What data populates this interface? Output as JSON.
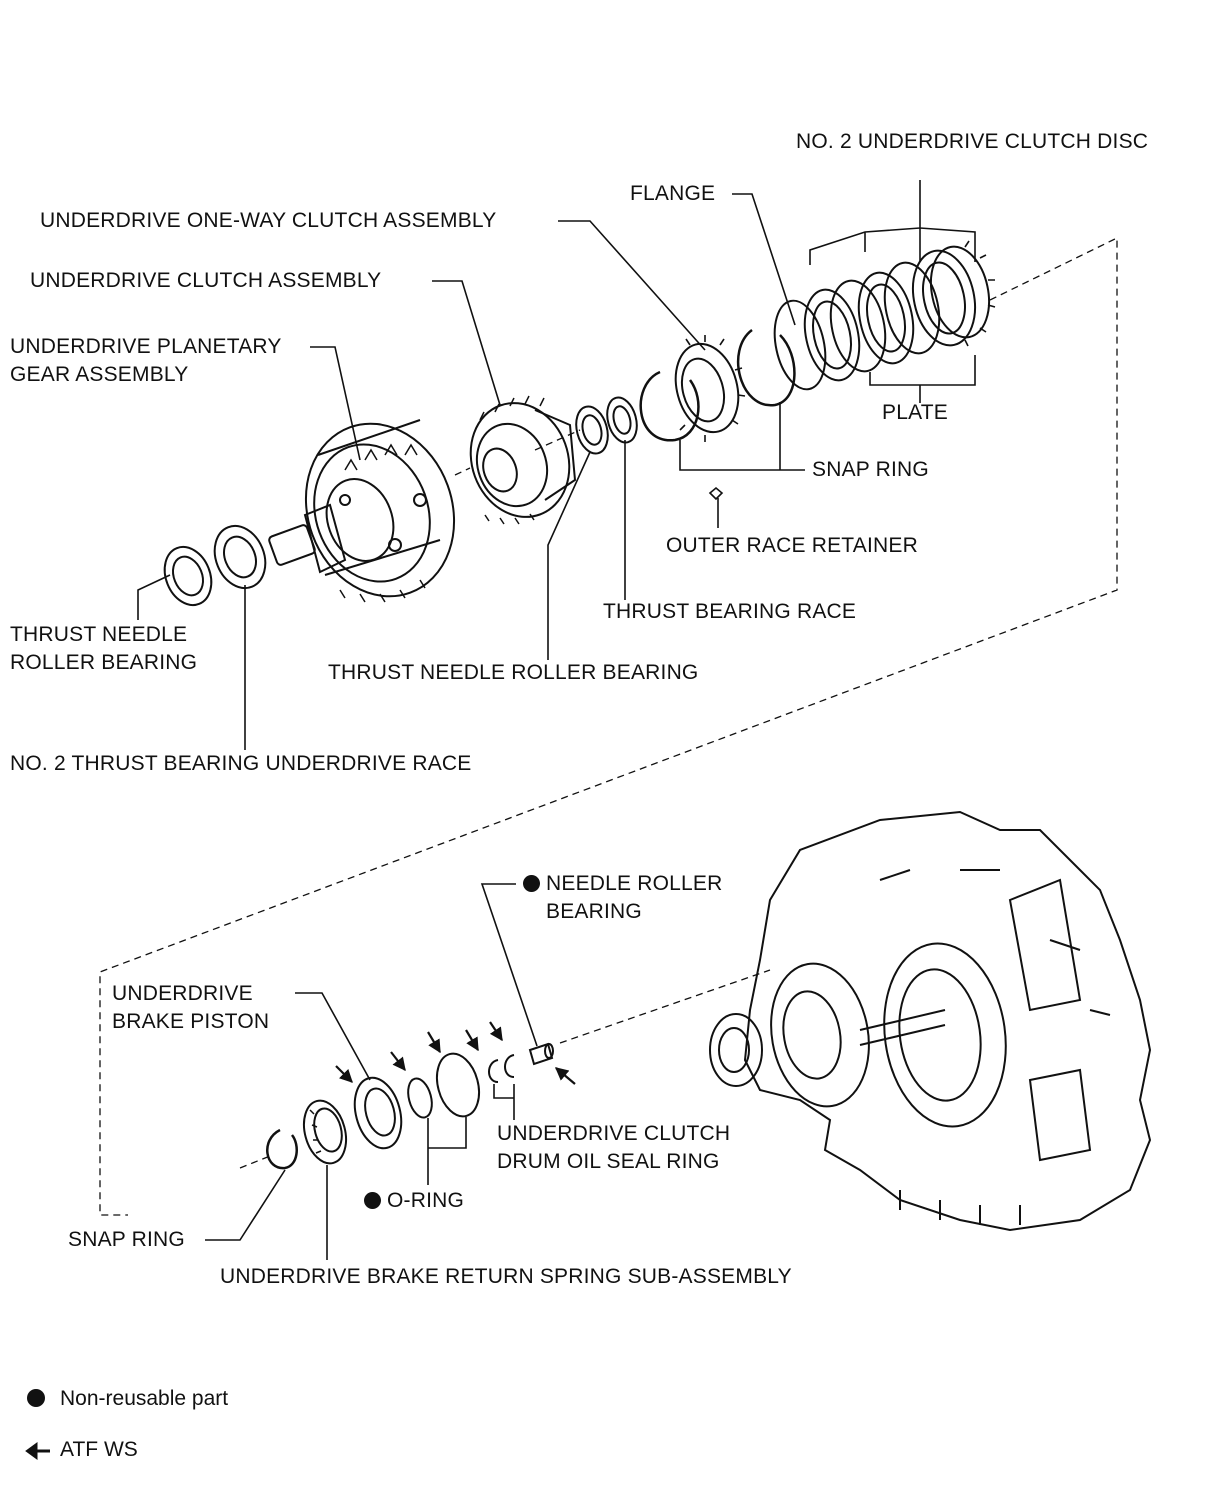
{
  "labels": {
    "no2_ud_clutch_disc": "NO. 2 UNDERDRIVE CLUTCH DISC",
    "flange": "FLANGE",
    "ud_one_way_clutch": "UNDERDRIVE ONE-WAY CLUTCH ASSEMBLY",
    "ud_clutch_assembly": "UNDERDRIVE CLUTCH ASSEMBLY",
    "ud_planetary_line1": "UNDERDRIVE PLANETARY",
    "ud_planetary_line2": "GEAR ASSEMBLY",
    "plate": "PLATE",
    "snap_ring_top": "SNAP RING",
    "outer_race_retainer": "OUTER RACE RETAINER",
    "thrust_bearing_race": "THRUST BEARING RACE",
    "thrust_needle_left_line1": "THRUST NEEDLE",
    "thrust_needle_left_line2": "ROLLER BEARING",
    "thrust_needle_mid": "THRUST NEEDLE ROLLER BEARING",
    "no2_thrust_race": "NO. 2 THRUST BEARING UNDERDRIVE RACE",
    "needle_roller_line1": "NEEDLE ROLLER",
    "needle_roller_line2": "BEARING",
    "ud_brake_piston_line1": "UNDERDRIVE",
    "ud_brake_piston_line2": "BRAKE PISTON",
    "ud_drum_seal_line1": "UNDERDRIVE CLUTCH",
    "ud_drum_seal_line2": "DRUM OIL SEAL RING",
    "o_ring": "O-RING",
    "snap_ring_bottom": "SNAP RING",
    "ud_brake_spring": "UNDERDRIVE BRAKE RETURN SPRING SUB-ASSEMBLY"
  },
  "legend": {
    "non_reusable": "Non-reusable part",
    "atf": "ATF WS"
  },
  "icons": {
    "non_reusable_marker": "filled-circle-icon",
    "atf_marker": "arrow-left-icon"
  },
  "colors": {
    "ink": "#111111",
    "background": "#ffffff"
  }
}
